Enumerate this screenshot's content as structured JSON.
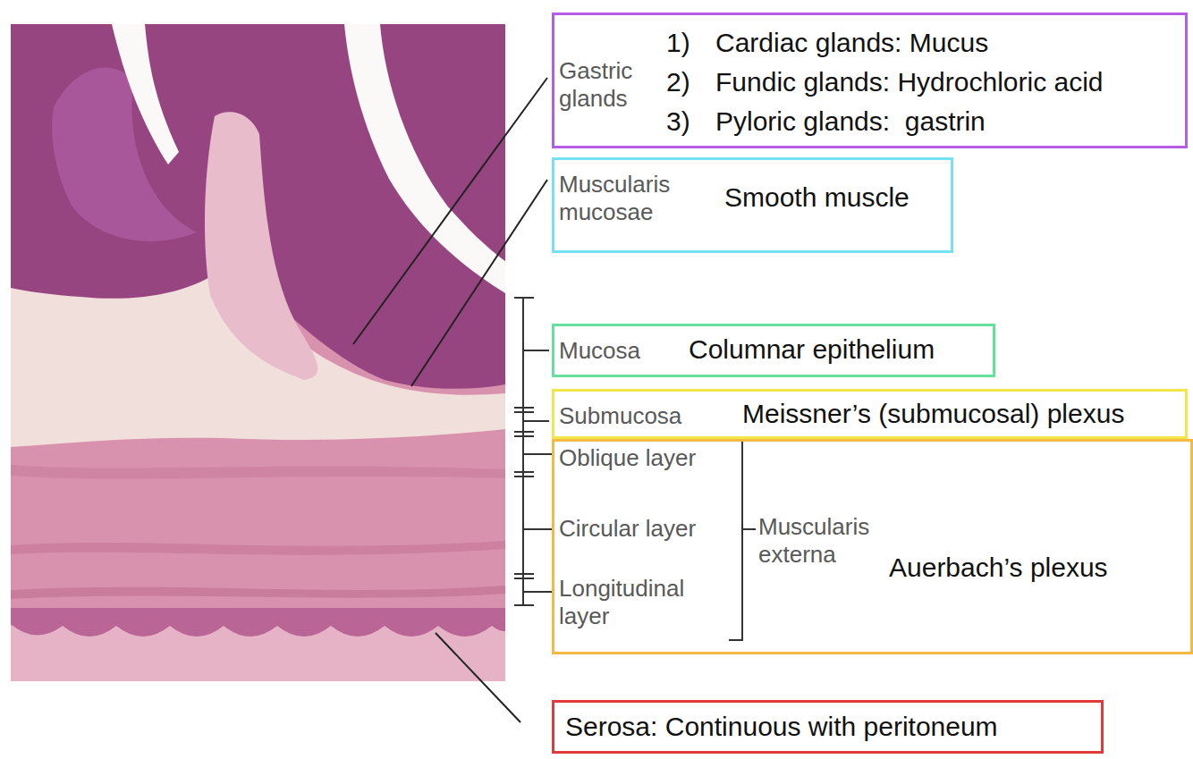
{
  "diagram": {
    "nodes": [
      {
        "text": [
          "Gastric glands",
          "1)",
          "Cardiac glands: Mucus",
          "2)",
          "Fundic glands: Hydrochloric acid",
          "3)",
          "Pyloric glands:  gastrin"
        ]
      },
      {
        "text": [
          "Muscularis mucosae",
          "Smooth muscle"
        ]
      },
      {
        "text": [
          "Mucosa",
          "Columnar epithelium"
        ]
      },
      {
        "text": [
          "Submucosa",
          "Meissner’s (submucosal) plexus"
        ]
      },
      {
        "text": [
          "Oblique layer",
          "Circular layer",
          "Longitudinal layer",
          "Muscularis externa",
          "Auerbach’s plexus"
        ]
      },
      {
        "text": [
          "Serosa: Continuous with peritoneum"
        ]
      }
    ]
  }
}
